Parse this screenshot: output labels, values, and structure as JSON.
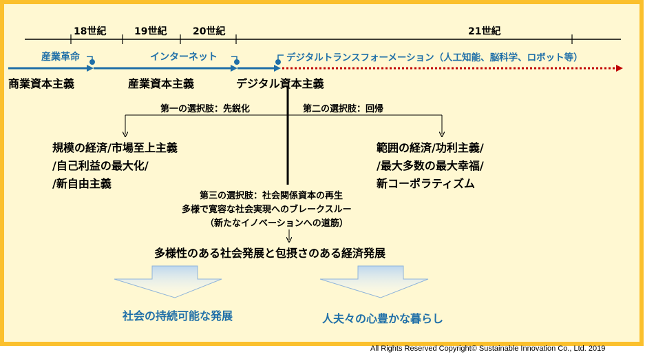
{
  "eras": [
    "18世紀",
    "19世紀",
    "20世紀",
    "21世紀"
  ],
  "events": {
    "industrial_revolution": "産業革命",
    "internet": "インターネット",
    "digital_transformation": "デジタルトランスフォーメーション（人工知能、脳科学、ロボット等）"
  },
  "systems": {
    "commercial": "商業資本主義",
    "industrial": "産業資本主義",
    "digital": "デジタル資本主義"
  },
  "options": {
    "first": "第一の選択肢：先鋭化",
    "second": "第二の選択肢：回帰",
    "third_lines": [
      "第三の選択肢：社会関係資本の再生",
      "多様で寛容な社会実現へのブレークスルー",
      "（新たなイノベーションへの道筋）"
    ]
  },
  "left_branch": [
    "規模の経済/市場至上主義",
    "/自己利益の最大化/",
    "/新自由主義"
  ],
  "right_branch": [
    "範囲の経済/功利主義/",
    "/最大多数の最大幸福/",
    "新コーポラティズム"
  ],
  "goal": "多様性のある社会発展と包摂さのある経済発展",
  "results": {
    "left": "社会の持続可能な発展",
    "right": "人夫々の心豊かな暮らし"
  },
  "copyright": "All Rights Reserved Copyright© Sustainable Innovation Co., Ltd.  2019",
  "colors": {
    "background": "#FFF8D2",
    "border": "#FBC02D",
    "timeline_blue": "#1F6FA8",
    "dotted_red": "#C00000",
    "arrow_fill": "#BDD7EE"
  }
}
